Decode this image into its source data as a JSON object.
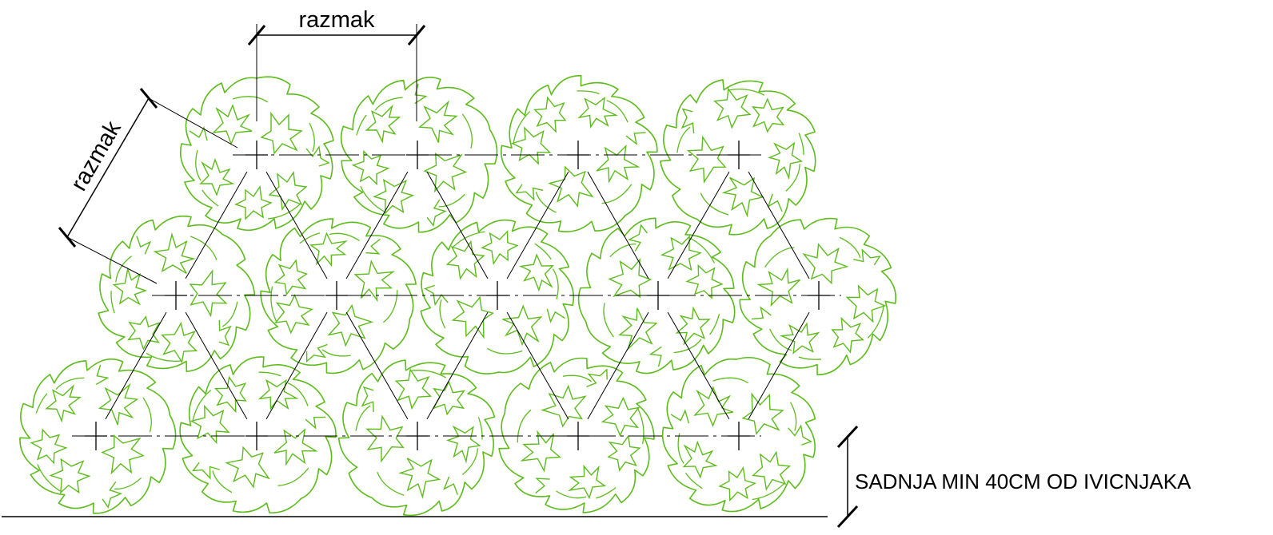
{
  "diagram": {
    "dimension_label_horizontal": "razmak",
    "dimension_label_diagonal": "razmak",
    "note": "SADNJA MIN 40CM OD IVICNJAKA"
  },
  "layout": {
    "pattern": "triangular (staggered) planting grid",
    "rows": [
      {
        "name": "top",
        "plants": 4
      },
      {
        "name": "middle",
        "plants": 5
      },
      {
        "name": "bottom",
        "plants": 5
      }
    ]
  },
  "colors": {
    "plant_outline": "#5dbb1c",
    "linework": "#000000",
    "background": "#ffffff"
  },
  "icons": {
    "plant": "shrub-plan-symbol-icon",
    "center": "crosshair-icon"
  }
}
